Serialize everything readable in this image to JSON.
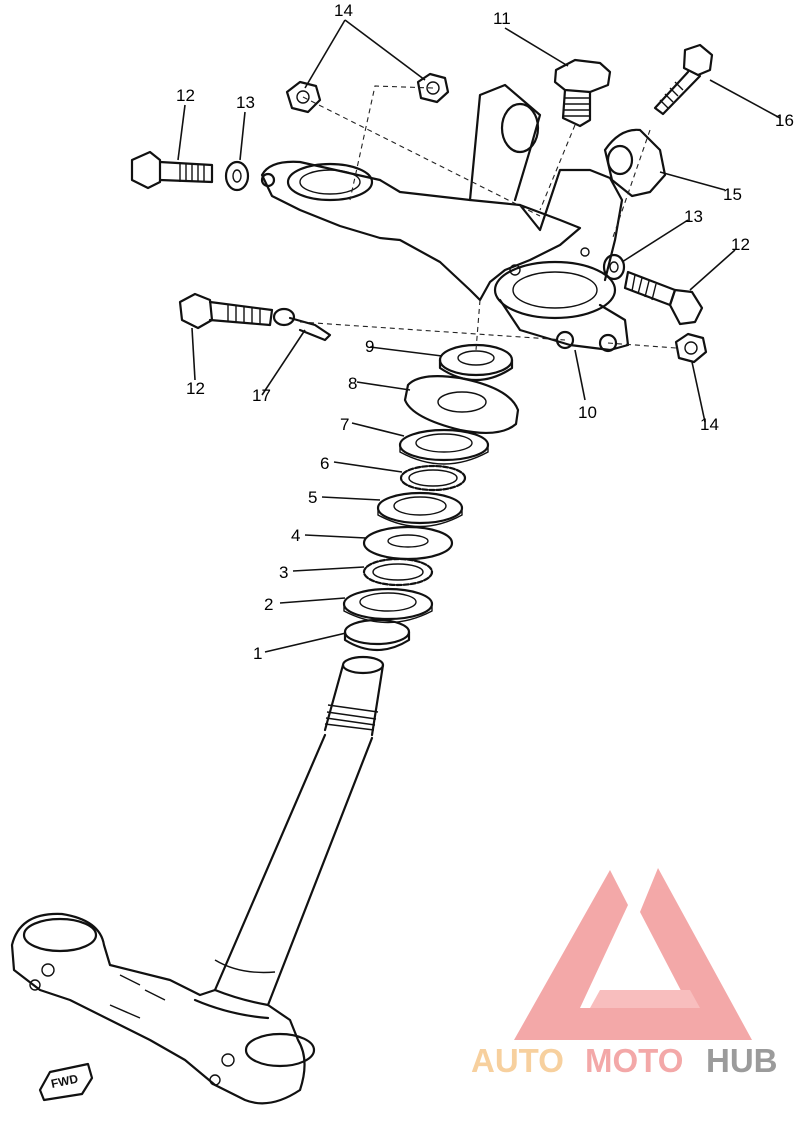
{
  "callouts": [
    {
      "id": "c1",
      "text": "1"
    },
    {
      "id": "c2",
      "text": "2"
    },
    {
      "id": "c3",
      "text": "3"
    },
    {
      "id": "c4",
      "text": "4"
    },
    {
      "id": "c5",
      "text": "5"
    },
    {
      "id": "c6",
      "text": "6"
    },
    {
      "id": "c7",
      "text": "7"
    },
    {
      "id": "c8",
      "text": "8"
    },
    {
      "id": "c9",
      "text": "9"
    },
    {
      "id": "c10",
      "text": "10"
    },
    {
      "id": "c11",
      "text": "11"
    },
    {
      "id": "c12a",
      "text": "12"
    },
    {
      "id": "c12b",
      "text": "12"
    },
    {
      "id": "c12c",
      "text": "12"
    },
    {
      "id": "c13a",
      "text": "13"
    },
    {
      "id": "c13b",
      "text": "13"
    },
    {
      "id": "c14a",
      "text": "14"
    },
    {
      "id": "c14b",
      "text": "14"
    },
    {
      "id": "c15",
      "text": "15"
    },
    {
      "id": "c16",
      "text": "16"
    },
    {
      "id": "c17",
      "text": "17"
    }
  ],
  "fwd_marker": "FWD",
  "watermark": {
    "part1": "AUTO",
    "part2": "MOTO",
    "part3": "HUB",
    "color_auto": "#f6c88e",
    "color_moto": "#f29a9a",
    "color_hub": "#8a8a8a",
    "color_triangle": "#f29a9a"
  }
}
